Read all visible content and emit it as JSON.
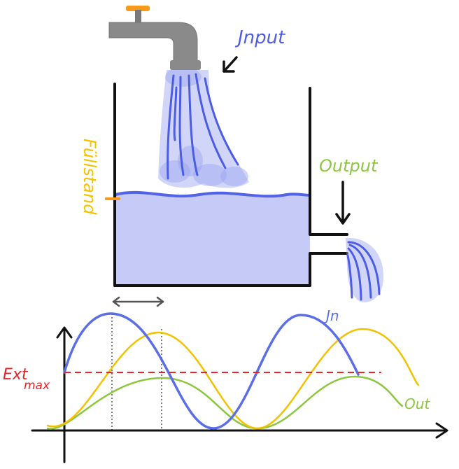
{
  "labels": {
    "input": "Jnput",
    "output": "Output",
    "fill_level": "Füllstand",
    "in_curve": "Jn",
    "out_curve": "Out",
    "ext_max_top": "Ext",
    "ext_max_sub": "max"
  },
  "colors": {
    "water": "#c5cbf6",
    "water_stroke": "#5363e8",
    "stream": "#5868e6",
    "tap": "#8a8a8a",
    "tap_handle": "#f59a1b",
    "tank": "#111111",
    "input_label": "#4f5de6",
    "output_label": "#8dc63f",
    "fill_label": "#f2c200",
    "in_curve": "#5b6ee8",
    "ext_curve": "#f2c200",
    "out_curve": "#8dc63f",
    "ext_max": "#e8242b",
    "axis": "#111111",
    "guide": "#555555"
  },
  "icons": {
    "tap": "water-tap-icon",
    "input_arrow": "arrow-down-left-icon",
    "output_arrow": "arrow-down-icon",
    "lag_arrow": "double-arrow-icon"
  }
}
